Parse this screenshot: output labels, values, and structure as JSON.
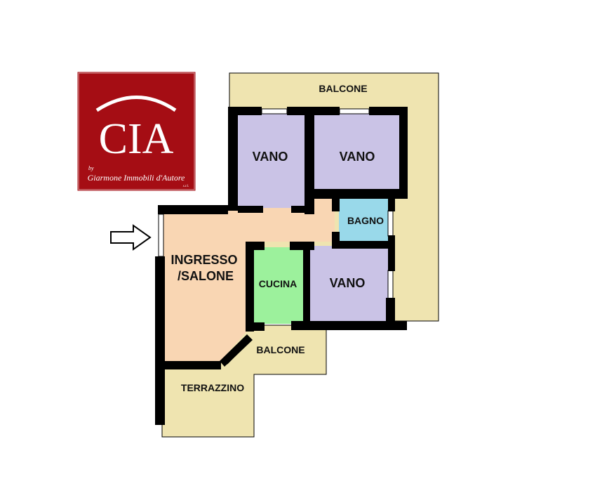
{
  "logo": {
    "brand": "CIA",
    "by": "by",
    "tagline": "Giarmone Immobili d'Autore",
    "suffix": "s.r.l."
  },
  "rooms": {
    "balcone_top": "BALCONE",
    "vano_1": "VANO",
    "vano_2": "VANO",
    "bagno": "BAGNO",
    "ingresso_line1": "INGRESSO",
    "ingresso_line2": "/SALONE",
    "cucina": "CUCINA",
    "vano_3": "VANO",
    "balcone_bottom": "BALCONE",
    "terrazzino": "TERRAZZINO"
  },
  "colors": {
    "outdoor": "#efe4b0",
    "living": "#f9d6b3",
    "bedroom": "#cac3e6",
    "bath": "#99d9ea",
    "kitchen": "#9cf19c",
    "wall": "#000000",
    "logo_bg": "#a50d14"
  }
}
